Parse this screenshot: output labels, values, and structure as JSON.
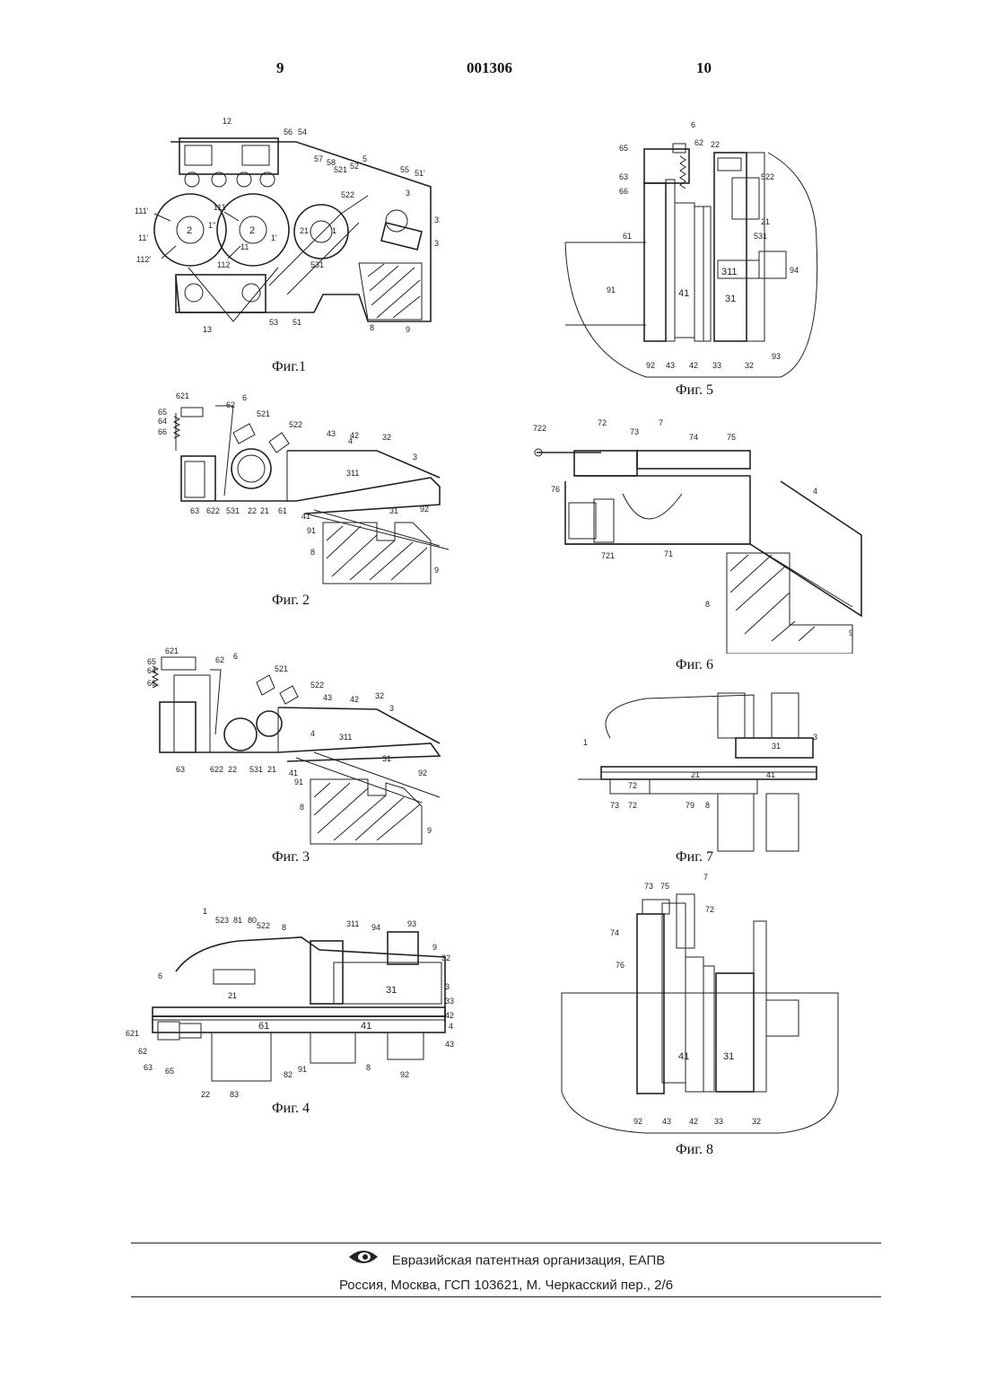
{
  "header": {
    "page_left": "9",
    "doc_number": "001306",
    "page_right": "10"
  },
  "figures": {
    "fig1": "Фиг.1",
    "fig2": "Фиг. 2",
    "fig3": "Фиг. 3",
    "fig4": "Фиг. 4",
    "fig5": "Фиг. 5",
    "fig6": "Фиг. 6",
    "fig7": "Фиг. 7",
    "fig8": "Фиг. 8"
  },
  "footer": {
    "org": "Евразийская патентная организация, ЕАПВ",
    "address": "Россия, Москва, ГСП 103621, М. Черкасский пер., 2/6",
    "logo_icon": "eapo-eye-logo"
  }
}
